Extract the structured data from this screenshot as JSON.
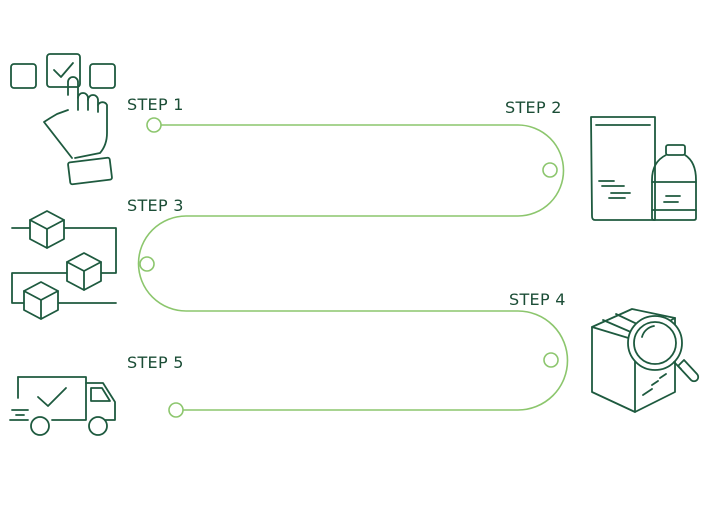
{
  "colors": {
    "path": "#8cc66d",
    "icon": "#1e5a3f",
    "label": "#1b4d36"
  },
  "steps": [
    {
      "label": "STEP 1",
      "icon": "checkbox-select-hand-icon"
    },
    {
      "label": "STEP 2",
      "icon": "pouch-and-bottle-icon"
    },
    {
      "label": "STEP 3",
      "icon": "conveyor-boxes-icon"
    },
    {
      "label": "STEP 4",
      "icon": "box-magnifier-icon"
    },
    {
      "label": "STEP 5",
      "icon": "delivery-truck-icon"
    }
  ]
}
